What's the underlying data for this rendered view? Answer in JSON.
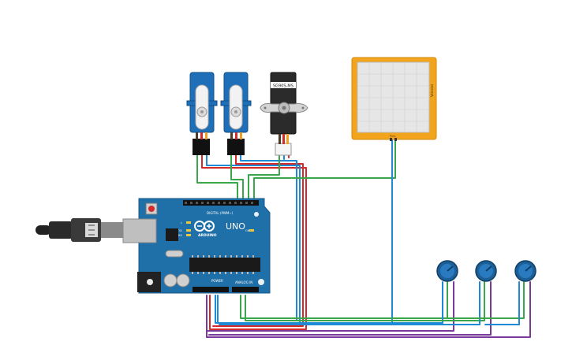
{
  "board": {
    "logo_text": "UNO",
    "brand_text": "ARDUINO",
    "digital_label": "DIGITAL (PWM~)",
    "analog_label": "ANALOG IN",
    "power_label": "POWER",
    "tx_label": "TX",
    "rx_label": "RX",
    "l_label": "L",
    "on_label": "ON"
  },
  "servos": [
    {
      "name": "servo-1",
      "style": "micro-blue"
    },
    {
      "name": "servo-2",
      "style": "micro-blue"
    },
    {
      "name": "servo-3",
      "style": "standard-black",
      "label": "SG90S-MS"
    }
  ],
  "pressure_sensor": {
    "side_label": "Velostat",
    "bottom_label": "Pres"
  },
  "potentiometers": [
    {
      "name": "potentiometer-1"
    },
    {
      "name": "potentiometer-2"
    },
    {
      "name": "potentiometer-3"
    }
  ],
  "colors": {
    "board": "#1f6fa8",
    "servo_blue": "#1e6fb8",
    "servo_black": "#2b2b2b",
    "sensor_frame": "#f2a51c",
    "sensor_pad": "#e6e6e6",
    "pot_body": "#1c5e96",
    "wire_red": "#d42a2a",
    "wire_green": "#3aa84a",
    "wire_blue": "#1e8ad6",
    "wire_purple": "#7a3a9a",
    "wire_black": "#222222"
  }
}
